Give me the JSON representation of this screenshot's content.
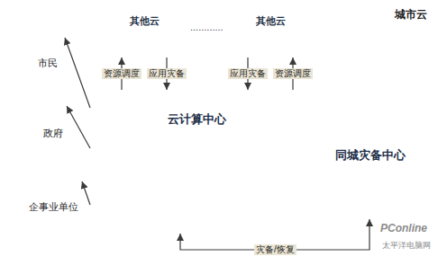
{
  "diagram": {
    "nodes": [
      {
        "text": [
          "城市云"
        ]
      },
      {
        "text": [
          "其他云"
        ],
        "in": 0
      },
      {
        "text": [
          "其他云"
        ],
        "in": 0
      },
      {
        "text": [
          "云计算中心"
        ],
        "in": 0
      },
      {
        "text": [
          "同城灾备中心"
        ],
        "in": 0
      },
      {
        "text": [
          "市民"
        ]
      },
      {
        "text": [
          "政府"
        ]
      },
      {
        "text": [
          "企事业单位"
        ]
      }
    ],
    "edges": [
      {
        "from": 1,
        "to": 3,
        "label": "应用灾备",
        "arrow": "to"
      },
      {
        "from": 3,
        "to": 1,
        "label": "资源调度",
        "arrow": "to"
      },
      {
        "from": 2,
        "to": 3,
        "label": "应用灾备",
        "arrow": "to"
      },
      {
        "from": 3,
        "to": 2,
        "label": "资源调度",
        "arrow": "to"
      },
      {
        "from": 4,
        "to": 3,
        "label": "灾备/恢复",
        "arrow": "both"
      },
      {
        "from": 3,
        "to": 5,
        "arrow": "to"
      },
      {
        "from": 3,
        "to": 6,
        "arrow": "to"
      },
      {
        "from": 3,
        "to": 7,
        "arrow": "to"
      }
    ],
    "labels": [
      "............",
      "PConline",
      "太平洋电脑网"
    ]
  }
}
